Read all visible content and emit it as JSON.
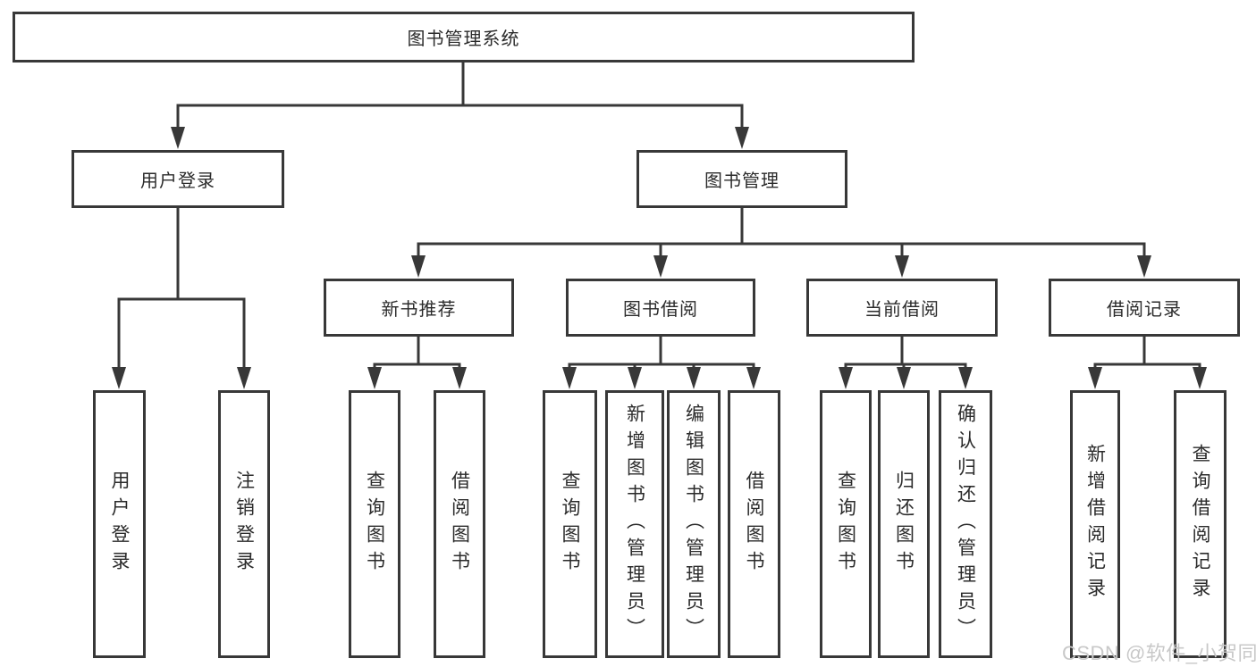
{
  "colors": {
    "line": "#383838",
    "box_border": "#383838",
    "text": "#2b2b2b",
    "watermark": "#c8c8c8",
    "background": "#ffffff"
  },
  "tree": {
    "label": "图书管理系统",
    "children": [
      {
        "label": "用户登录",
        "children": [
          {
            "label": "用户登录"
          },
          {
            "label": "注销登录"
          }
        ]
      },
      {
        "label": "图书管理",
        "children": [
          {
            "label": "新书推荐",
            "children": [
              {
                "label": "查询图书"
              },
              {
                "label": "借阅图书"
              }
            ]
          },
          {
            "label": "图书借阅",
            "children": [
              {
                "label": "查询图书"
              },
              {
                "label": "新增图书（管理员）"
              },
              {
                "label": "编辑图书（管理员）"
              },
              {
                "label": "借阅图书"
              }
            ]
          },
          {
            "label": "当前借阅",
            "children": [
              {
                "label": "查询图书"
              },
              {
                "label": "归还图书"
              },
              {
                "label": "确认归还（管理员）"
              }
            ]
          },
          {
            "label": "借阅记录",
            "children": [
              {
                "label": "新增借阅记录"
              },
              {
                "label": "查询借阅记录"
              }
            ]
          }
        ]
      }
    ]
  },
  "watermark": "CSDN @软件_小贺同学"
}
